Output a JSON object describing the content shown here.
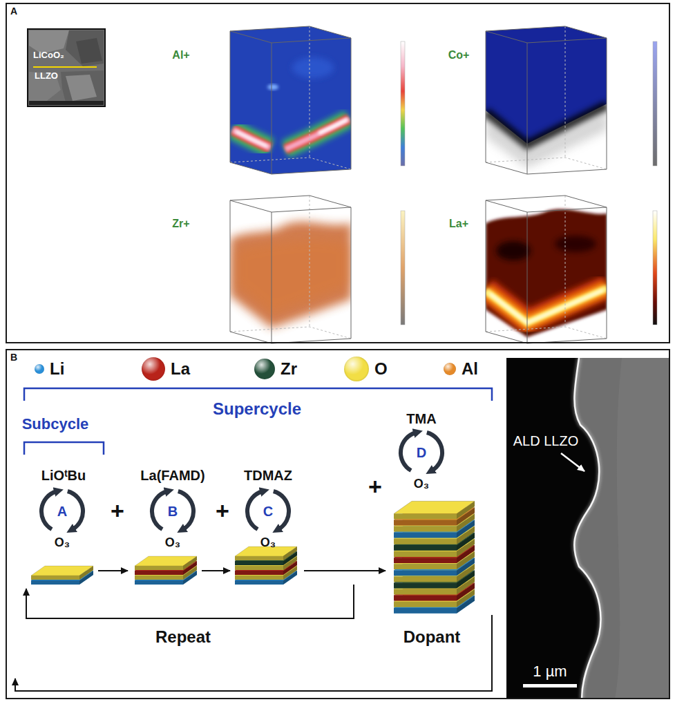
{
  "diagram": {
    "nodes": [
      {
        "text": [
          "A"
        ]
      },
      {
        "text": [
          "B"
        ]
      }
    ],
    "labels": [
      "LiCoO₂",
      "LLZO",
      "Al+",
      "Co+",
      "Zr+",
      "La+",
      "Supercycle",
      "Subcycle",
      "LiOᵗBu",
      "La(FAMD)",
      "TDMAZ",
      "TMA",
      "A",
      "B",
      "C",
      "D",
      "O₃",
      "O₃",
      "O₃",
      "O₃",
      "+",
      "+",
      "+",
      "Repeat",
      "Dopant",
      "ALD LLZO",
      "1 µm"
    ],
    "legend": [
      {
        "text": "Li",
        "color": "#2a8fd8"
      },
      {
        "text": "La",
        "color": "#b8231a"
      },
      {
        "text": "Zr",
        "color": "#24503a"
      },
      {
        "text": "O",
        "color": "#f2de45"
      },
      {
        "text": "Al",
        "color": "#e58a2a"
      }
    ]
  }
}
